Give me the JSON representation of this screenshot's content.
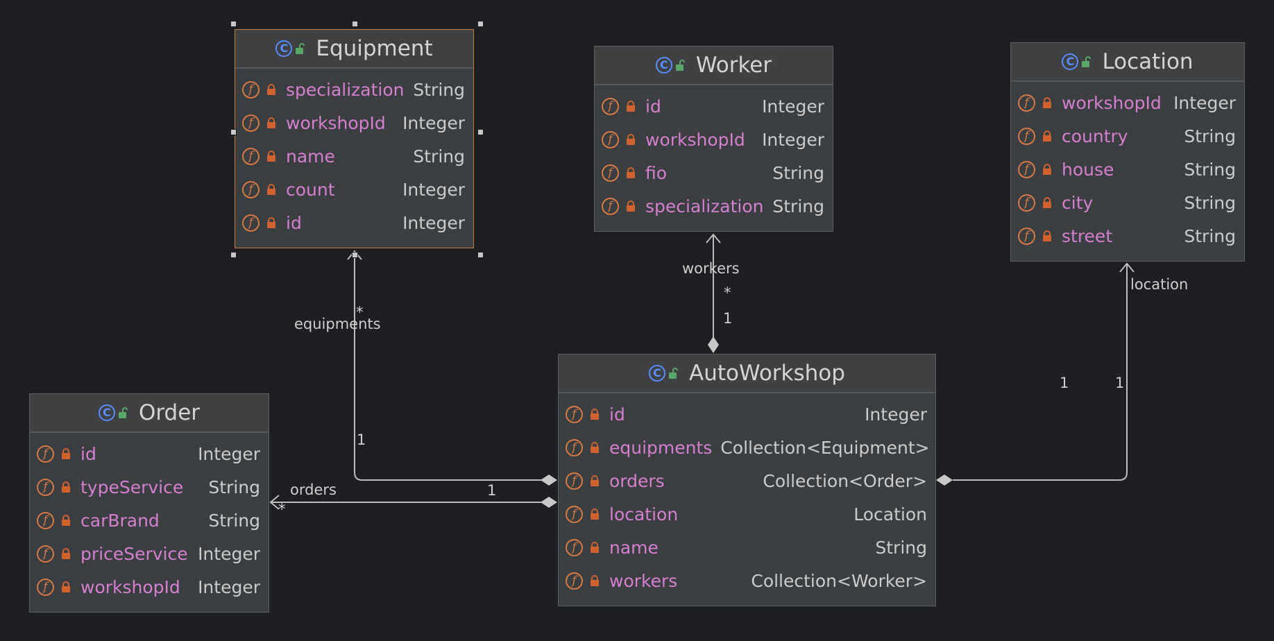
{
  "classes": {
    "equipment": {
      "name": "Equipment",
      "fields": [
        {
          "name": "specialization",
          "type": "String"
        },
        {
          "name": "workshopId",
          "type": "Integer"
        },
        {
          "name": "name",
          "type": "String"
        },
        {
          "name": "count",
          "type": "Integer"
        },
        {
          "name": "id",
          "type": "Integer"
        }
      ]
    },
    "worker": {
      "name": "Worker",
      "fields": [
        {
          "name": "id",
          "type": "Integer"
        },
        {
          "name": "workshopId",
          "type": "Integer"
        },
        {
          "name": "fio",
          "type": "String"
        },
        {
          "name": "specialization",
          "type": "String"
        }
      ]
    },
    "location": {
      "name": "Location",
      "fields": [
        {
          "name": "workshopId",
          "type": "Integer"
        },
        {
          "name": "country",
          "type": "String"
        },
        {
          "name": "house",
          "type": "String"
        },
        {
          "name": "city",
          "type": "String"
        },
        {
          "name": "street",
          "type": "String"
        }
      ]
    },
    "order": {
      "name": "Order",
      "fields": [
        {
          "name": "id",
          "type": "Integer"
        },
        {
          "name": "typeService",
          "type": "String"
        },
        {
          "name": "carBrand",
          "type": "String"
        },
        {
          "name": "priceService",
          "type": "Integer"
        },
        {
          "name": "workshopId",
          "type": "Integer"
        }
      ]
    },
    "autoworkshop": {
      "name": "AutoWorkshop",
      "fields": [
        {
          "name": "id",
          "type": "Integer"
        },
        {
          "name": "equipments",
          "type": "Collection<Equipment>"
        },
        {
          "name": "orders",
          "type": "Collection<Order>"
        },
        {
          "name": "location",
          "type": "Location"
        },
        {
          "name": "name",
          "type": "String"
        },
        {
          "name": "workers",
          "type": "Collection<Worker>"
        }
      ]
    }
  },
  "labels": {
    "workers_role": "workers",
    "workers_mult_target": "*",
    "workers_mult_source": "1",
    "equipments_role": "equipments",
    "equipments_mult_target": "*",
    "equipments_mult_source": "1",
    "orders_role": "orders",
    "orders_mult_target": "*",
    "orders_mult_source": "1",
    "location_role": "location",
    "location_mult_source": "1",
    "location_mult_target": "1"
  },
  "colors": {
    "background": "#1e1f22",
    "class_fill": "#3c3f41",
    "class_border": "#5e6060",
    "selected_border": "#c77b34",
    "field_name": "#d57fcf",
    "field_type": "#cbcbcb",
    "class_icon": "#5b8dff",
    "field_icon": "#d97a44",
    "lock_private": "#d0622e",
    "lock_public": "#59a869",
    "edge": "#bdbdbd"
  },
  "icons": {
    "class": "class-c-icon",
    "public": "public-lock-icon",
    "field": "field-f-icon",
    "private": "private-lock-icon"
  }
}
